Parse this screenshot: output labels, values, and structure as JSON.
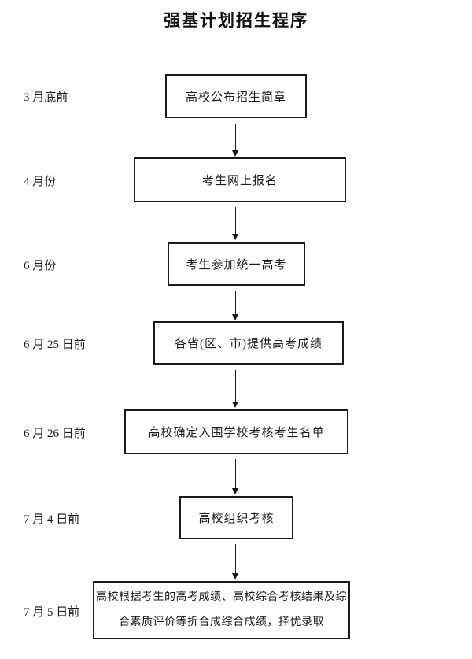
{
  "title": "强基计划招生程序",
  "flow": {
    "steps": [
      {
        "time": "3 月底前",
        "label": "高校公布招生简章"
      },
      {
        "time": "4 月份",
        "label": "考生网上报名"
      },
      {
        "time": "6 月份",
        "label": "考生参加统一高考"
      },
      {
        "time": "6 月 25 日前",
        "label": "各省(区、市)提供高考成绩"
      },
      {
        "time": "6 月 26 日前",
        "label": "高校确定入围学校考核考生名单"
      },
      {
        "time": "7 月 4 日前",
        "label": "高校组织考核"
      },
      {
        "time": "7 月 5 日前",
        "label": "高校根据考生的高考成绩、高校综合考核结果及综合素质评价等折合成综合成绩，择优录取"
      }
    ]
  }
}
